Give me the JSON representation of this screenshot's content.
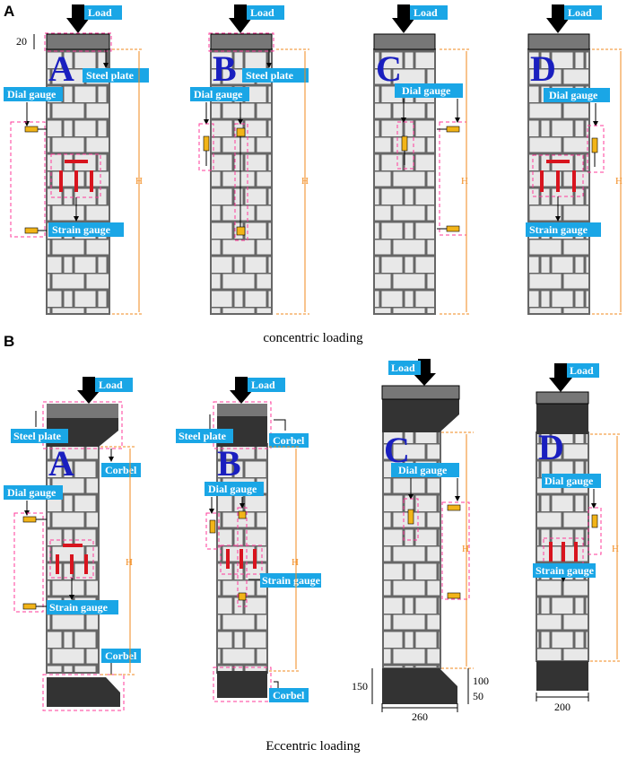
{
  "panels": {
    "a": "A",
    "b": "B"
  },
  "captions": {
    "concentric": "concentric loading",
    "eccentric": "Eccentric loading"
  },
  "labels": {
    "load": "Load",
    "steel_plate": "Steel plate",
    "dial_gauge": "Dial gauge",
    "strain_gauge": "Strain gauge",
    "corbel": "Corbel"
  },
  "specimens": [
    "A",
    "B",
    "C",
    "D"
  ],
  "dimensions": {
    "plate": "20",
    "height": "H",
    "corbel_h": "150",
    "corbel_h1": "100",
    "corbel_h2": "50",
    "width_c": "260",
    "width_d": "200"
  },
  "colors": {
    "label_bg": "#1aa6e6",
    "outline": "#ff3a9a",
    "brick": "#e8e8e8",
    "mortar": "#666666",
    "gauge": "#f2b418",
    "strain": "#d8141e",
    "dim": "#f28a1c",
    "letter": "#1a1fbf",
    "corbel": "#333333"
  }
}
